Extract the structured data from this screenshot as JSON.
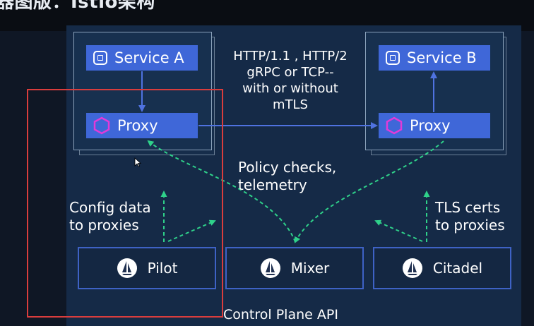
{
  "page_title": "器图版：Istio架构",
  "service_a": {
    "label": "Service A",
    "icon": "cpu-chip-icon"
  },
  "service_b": {
    "label": "Service B",
    "icon": "cpu-chip-icon"
  },
  "proxy_a": {
    "label": "Proxy",
    "icon": "hexagon-icon"
  },
  "proxy_b": {
    "label": "Proxy",
    "icon": "hexagon-icon"
  },
  "protocol_text": {
    "line1": "HTTP/1.1 , HTTP/2",
    "line2": "gRPC or TCP--",
    "line3": "with or without",
    "line4": "mTLS"
  },
  "policy_text": {
    "line1": "Policy checks,",
    "line2": "telemetry"
  },
  "config_text": {
    "line1": "Config data",
    "line2": "to proxies"
  },
  "tls_text": {
    "line1": "TLS certs",
    "line2": "to proxies"
  },
  "pilot": {
    "label": "Pilot",
    "icon": "sailboat-icon"
  },
  "mixer": {
    "label": "Mixer",
    "icon": "sailboat-icon"
  },
  "citadel": {
    "label": "Citadel",
    "icon": "sailboat-icon"
  },
  "control_plane_label": "Control Plane API",
  "colors": {
    "chip": "#3f67d8",
    "dashed_arrow": "#2fd18a",
    "solid_arrow": "#4f72e0",
    "highlight": "#d93d3d",
    "hexagon": "#e23ad8"
  }
}
